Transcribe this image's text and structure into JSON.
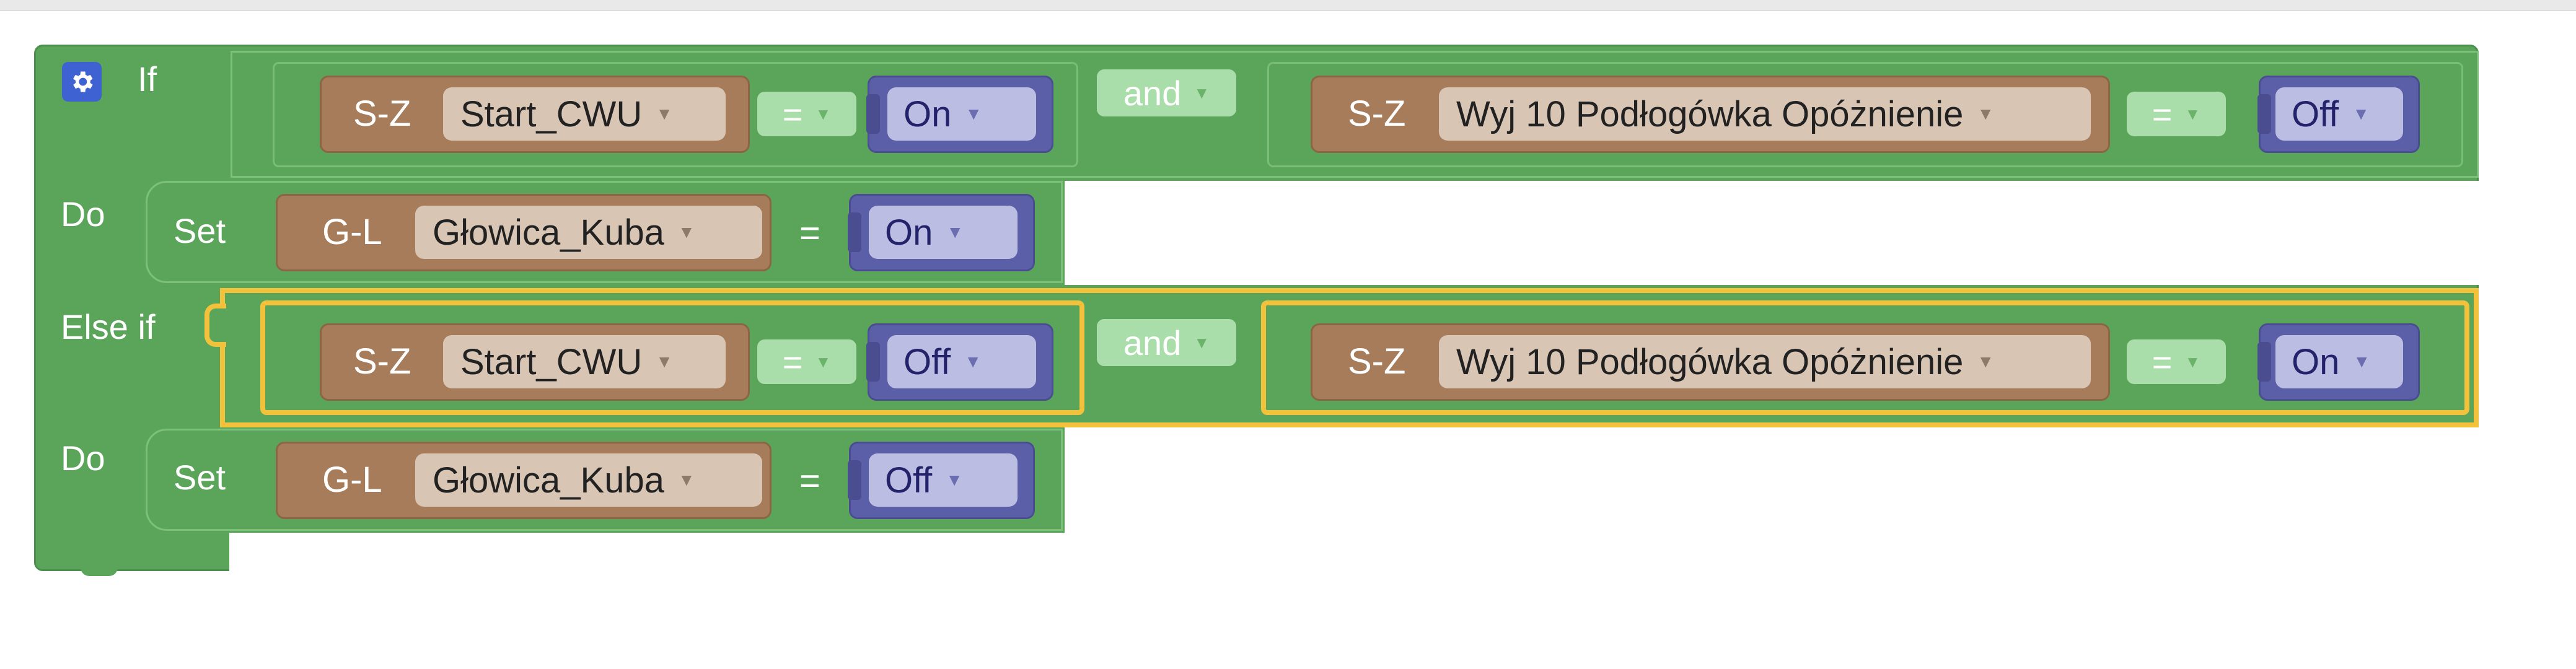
{
  "block": {
    "kw_if": "If",
    "kw_do": "Do",
    "kw_else_if": "Else if",
    "kw_do2": "Do",
    "icon": "gear-icon",
    "colors": {
      "logic_green": "#5ba55b",
      "device_brown": "#a67c5a",
      "value_purple": "#5b5fa8",
      "selection_yellow": "#f2c23c",
      "gear_blue": "#3f62d3"
    }
  },
  "cond1": {
    "left": {
      "prefix": "S-Z",
      "device": "Start_CWU",
      "op": "=",
      "value": "On"
    },
    "joiner": "and",
    "right": {
      "prefix": "S-Z",
      "device": "Wyj 10 Podłogówka Opóżnienie",
      "op": "=",
      "value": "Off"
    }
  },
  "action1": {
    "set": "Set",
    "prefix": "G-L",
    "device": "Głowica_Kuba",
    "op": "=",
    "value": "On"
  },
  "cond2": {
    "left": {
      "prefix": "S-Z",
      "device": "Start_CWU",
      "op": "=",
      "value": "Off"
    },
    "joiner": "and",
    "right": {
      "prefix": "S-Z",
      "device": "Wyj 10 Podłogówka Opóżnienie",
      "op": "=",
      "value": "On"
    }
  },
  "action2": {
    "set": "Set",
    "prefix": "G-L",
    "device": "Głowica_Kuba",
    "op": "=",
    "value": "Off"
  }
}
